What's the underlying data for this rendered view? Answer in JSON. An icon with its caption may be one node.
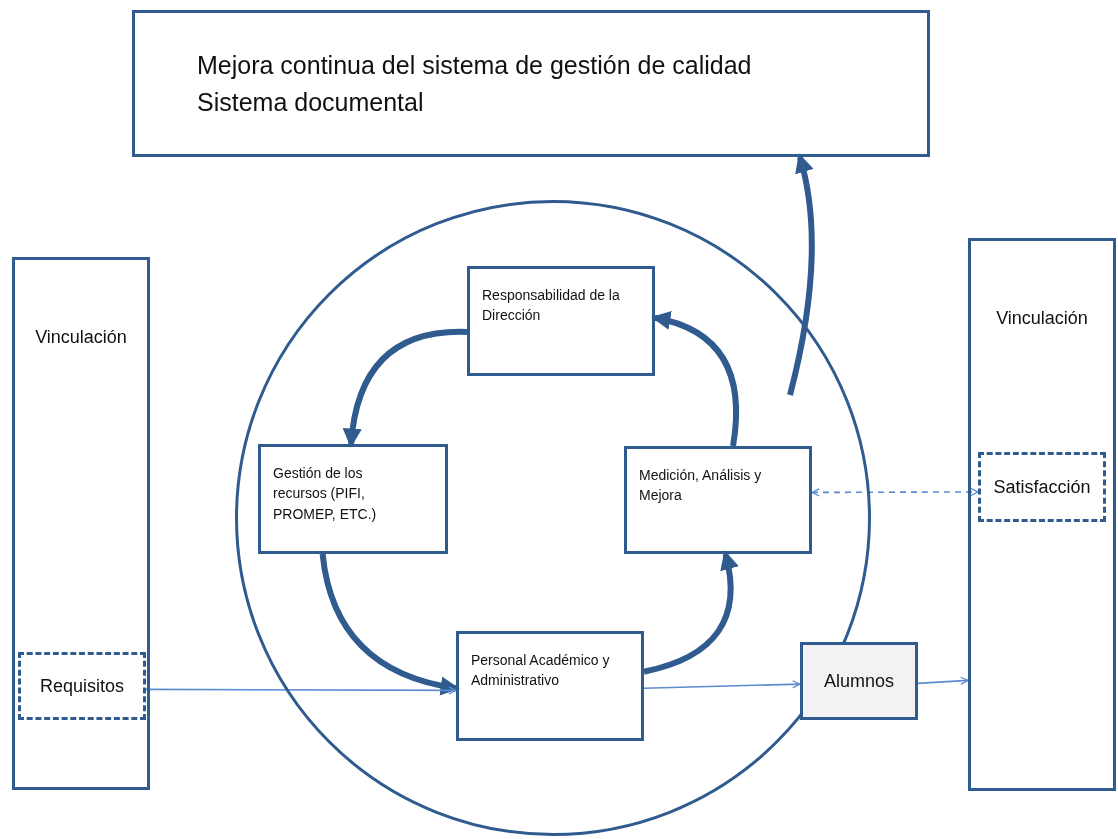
{
  "diagram": {
    "nodes": [
      {
        "text": [
          "Mejora continua del  sistema de  gestión de calidad",
          "Sistema  documental"
        ]
      },
      {
        "text": [
          "Vinculación"
        ]
      },
      {
        "text": [
          "Requisitos"
        ],
        "in": 1
      },
      {
        "text": [],
        "shape": "circle"
      },
      {
        "text": [
          "Responsabilidad de la Dirección"
        ],
        "in": 3
      },
      {
        "text": [
          "Gestión de los recursos (PIFI, PROMEP, ETC.)"
        ],
        "in": 3
      },
      {
        "text": [
          "Medición, Análisis y Mejora"
        ],
        "in": 3
      },
      {
        "text": [
          "Personal Académico y Administrativo"
        ],
        "in": 3
      },
      {
        "text": [
          "Alumnos"
        ]
      },
      {
        "text": [
          "Vinculación"
        ]
      },
      {
        "text": [
          "Satisfacción"
        ],
        "in": 9
      }
    ],
    "edges": [
      {
        "from": 4,
        "to": 5,
        "arrow": "to"
      },
      {
        "from": 5,
        "to": 7,
        "arrow": "to"
      },
      {
        "from": 7,
        "to": 6,
        "arrow": "to"
      },
      {
        "from": 6,
        "to": 4,
        "arrow": "to"
      },
      {
        "from": null,
        "to": 0,
        "arrow": "to"
      },
      {
        "from": 2,
        "to": 7,
        "arrow": "to",
        "color": "#5b8bd0"
      },
      {
        "from": 7,
        "to": 8,
        "arrow": "to",
        "color": "#5b8bd0"
      },
      {
        "from": 8,
        "to": 9,
        "arrow": "to",
        "color": "#5b8bd0"
      },
      {
        "from": 6,
        "to": 10,
        "arrow": "both",
        "style": "dashed",
        "color": "#5b8bd0"
      }
    ]
  }
}
